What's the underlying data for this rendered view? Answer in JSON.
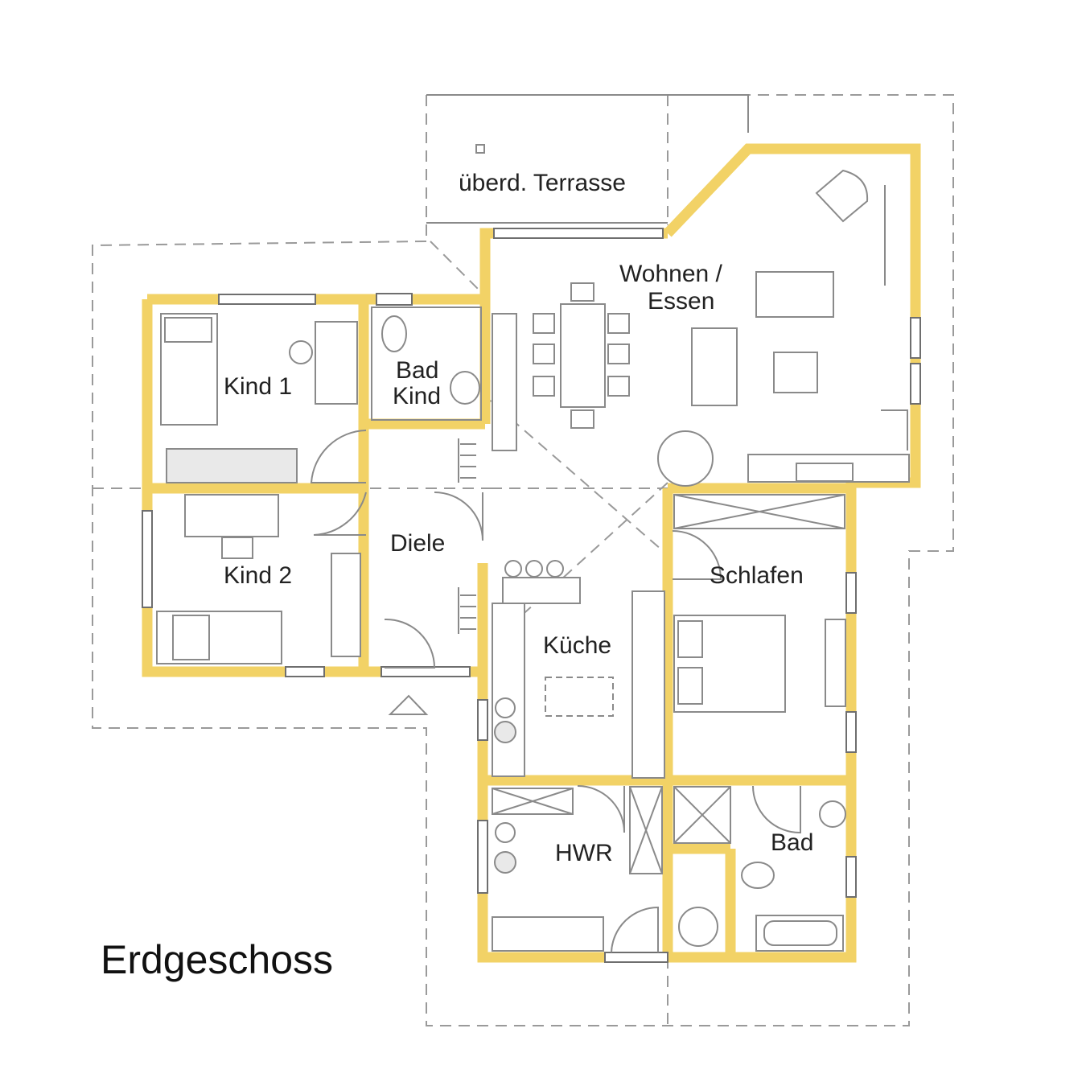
{
  "title": "Erdgeschoss",
  "rooms": {
    "terrace": "überd. Terrasse",
    "living_line1": "Wohnen /",
    "living_line2": "Essen",
    "kind1": "Kind 1",
    "bad_kind_line1": "Bad",
    "bad_kind_line2": "Kind",
    "kind2": "Kind 2",
    "diele": "Diele",
    "kueche": "Küche",
    "schlafen": "Schlafen",
    "hwr": "HWR",
    "bad": "Bad"
  },
  "colors": {
    "wall": "#f2d266",
    "line": "#8a8a8a",
    "dashed": "#9a9a9a",
    "text": "#222222"
  }
}
